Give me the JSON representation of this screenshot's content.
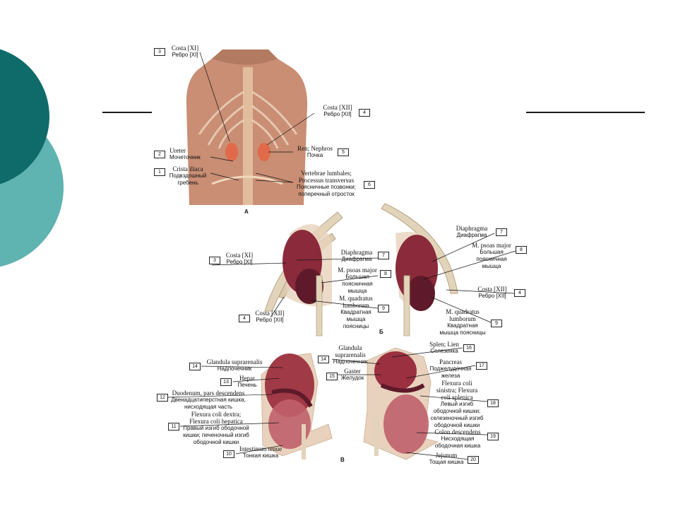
{
  "panels": {
    "a": "А",
    "b": "Б",
    "c": "В"
  },
  "labels_a": {
    "l3": {
      "num": "3",
      "la": "Costa [XI]",
      "ru": "Ребро [XI]"
    },
    "l4": {
      "num": "4",
      "la": "Costa [XII]",
      "ru": "Ребро [XII]"
    },
    "l2": {
      "num": "2",
      "la": "Ureter",
      "ru": "Мочеточник"
    },
    "l5": {
      "num": "5",
      "la": "Ren; Nephros",
      "ru": "Почка"
    },
    "l1": {
      "num": "1",
      "la": "Crista iliaca",
      "ru": "Подвздошный",
      "ru2": "гребень"
    },
    "l6": {
      "num": "6",
      "la": "Vertebrae lumbales;",
      "la2": "Processus transversus",
      "ru": "Поясничные позвонки;",
      "ru2": "поперечный отросток"
    }
  },
  "labels_b": {
    "l3": {
      "num": "3",
      "la": "Costa [XI]",
      "ru": "Ребро [XI]"
    },
    "l4l": {
      "num": "4",
      "la": "Costa [XII]",
      "ru": "Ребро [XII]"
    },
    "l7l": {
      "num": "7",
      "la": "Diaphragma",
      "ru": "Диафрагма"
    },
    "l8l": {
      "num": "8",
      "la": "M. psoas major",
      "ru": "Большая",
      "ru2": "поясничная",
      "ru3": "мышца"
    },
    "l9l": {
      "num": "9",
      "la": "M. quadratus",
      "la2": "lumborum",
      "ru": "Квадратная",
      "ru2": "мышца",
      "ru3": "поясницы"
    },
    "l7r": {
      "num": "7",
      "la": "Diaphragma",
      "ru": "Диафрагма"
    },
    "l8r": {
      "num": "8",
      "la": "M. psoas major",
      "ru": "Большая",
      "ru2": "поясничная",
      "ru3": "мышца"
    },
    "l4r": {
      "num": "4",
      "la": "Costa [XII]",
      "ru": "Ребро [XII]"
    },
    "l9r": {
      "num": "9",
      "la": "M. quadratus",
      "la2": "lumborum",
      "ru": "Квадратная",
      "ru2": "мышца поясницы"
    }
  },
  "labels_c": {
    "l14l": {
      "num": "14",
      "la": "Glandula suprarenalis",
      "ru": "Надпочечник"
    },
    "l13": {
      "num": "13",
      "la": "Hepar",
      "ru": "Печень"
    },
    "l12": {
      "num": "12",
      "la": "Duodenum, pars descendens",
      "ru": "Двенадцатиперстная кишка,",
      "ru2": "нисходящая часть"
    },
    "l11": {
      "num": "11",
      "la": "Flexura coli dextra;",
      "la2": "Flexura coli hepatica",
      "ru": "Правый изгиб ободочной",
      "ru2": "кишки; печеночный изгиб",
      "ru3": "ободочной кишки"
    },
    "l10": {
      "num": "10",
      "la": "Intestinum tenue",
      "ru": "Тонкая кишка"
    },
    "l14r": {
      "num": "14",
      "la": "Glandula",
      "la2": "suprarenalis",
      "ru": "Надпочечник"
    },
    "l15": {
      "num": "15",
      "la": "Gaster",
      "ru": "Желудок"
    },
    "l16": {
      "num": "16",
      "la": "Splen; Lien",
      "ru": "Селезенка"
    },
    "l17": {
      "num": "17",
      "la": "Pancreas",
      "ru": "Поджелудочная",
      "ru2": "железа"
    },
    "l18": {
      "num": "18",
      "la": "Flexura coli",
      "la2": "sinistra; Flexura",
      "la3": "coli splenica",
      "ru": "Левый изгиб",
      "ru2": "ободочной кишки;",
      "ru3": "селезеночный изгиб",
      "ru4": "ободочной кишки"
    },
    "l19": {
      "num": "19",
      "la": "Colon descendens",
      "ru": "Нисходящая",
      "ru2": "ободочная кишка"
    },
    "l20": {
      "num": "20",
      "la": "Jejunum",
      "ru": "Тощая кишка"
    }
  },
  "colors": {
    "teal_dark": "#0e6b69",
    "teal_light": "#5fb3b1",
    "kidney": "#8a2a3a",
    "kidney_light": "#b8505c",
    "rib": "#d9cbb0",
    "skin": "#c98e74",
    "organ_bg": "#e9d2bd"
  }
}
